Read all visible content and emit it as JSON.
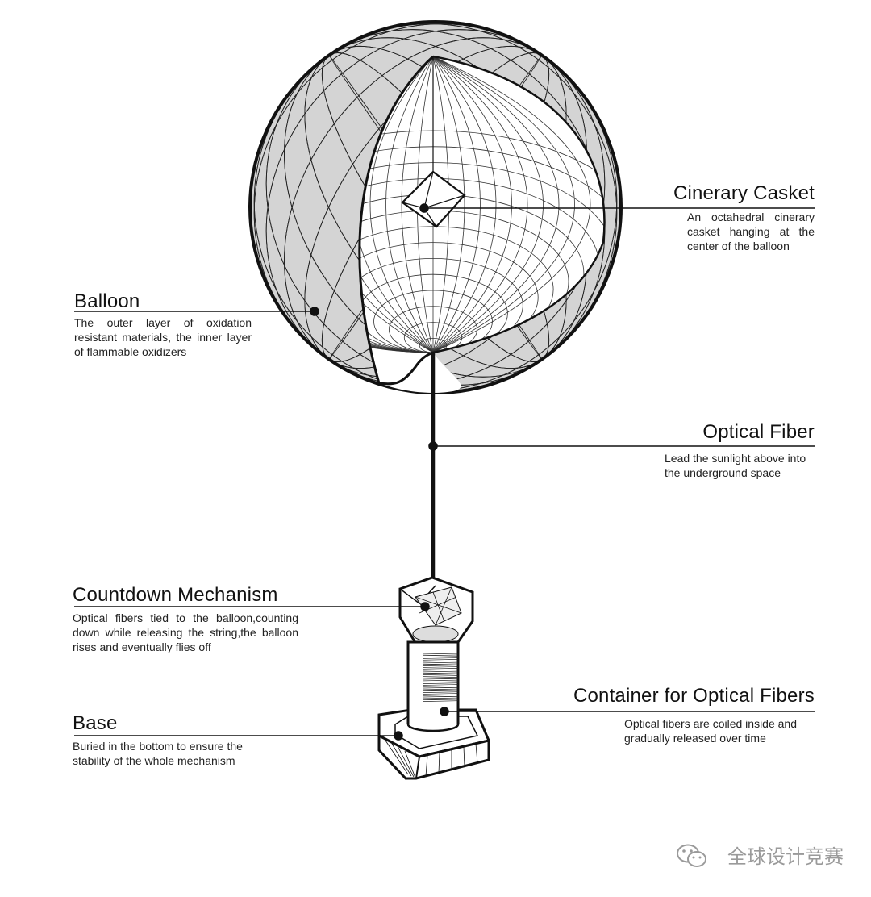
{
  "labels": {
    "cinerary_casket": {
      "title": "Cinerary Casket",
      "desc": "An octahedral cinerary casket hanging at the center of the balloon"
    },
    "balloon": {
      "title": "Balloon",
      "desc": "The outer layer of oxidation resistant materials, the inner layer of flammable oxidizers"
    },
    "optical_fiber": {
      "title": "Optical Fiber",
      "desc": "Lead the sunlight above into the underground space"
    },
    "countdown_mechanism": {
      "title": "Countdown Mechanism",
      "desc": "Optical fibers tied to the balloon,counting down while releasing the string,the balloon rises and eventually flies off"
    },
    "container": {
      "title": "Container for Optical Fibers",
      "desc": "Optical fibers are coiled inside and gradually released over time"
    },
    "base": {
      "title": "Base",
      "desc": "Buried in the bottom to ensure the stability of the whole mechanism"
    }
  },
  "watermark": {
    "text": "全球设计竞赛",
    "icon": "wechat-icon"
  },
  "colors": {
    "ink": "#111111",
    "shell": "#d4d4d4",
    "watermark": "#9a9a9a"
  }
}
